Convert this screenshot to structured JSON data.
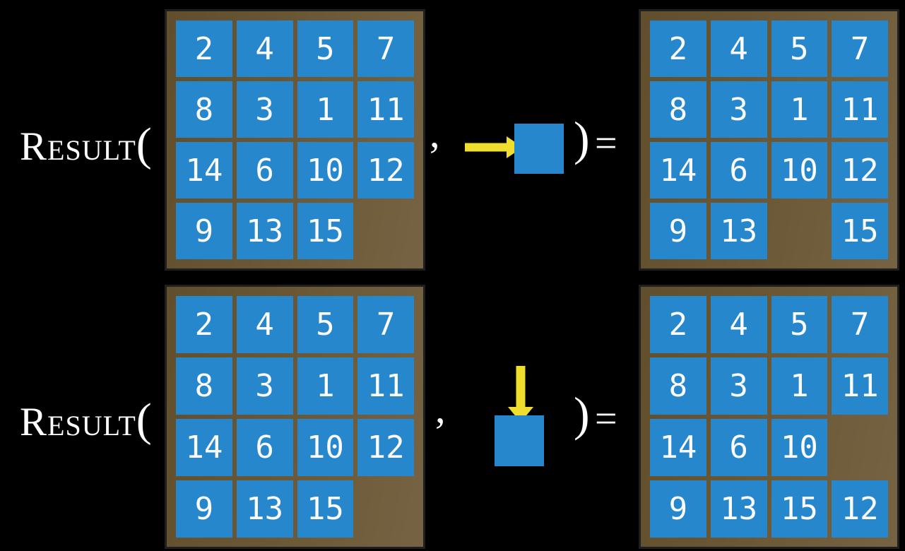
{
  "background_color": "#000000",
  "colors": {
    "tile_blue": "#2787CD",
    "frame_brown": "#6A5735",
    "frame_border": "#1F1F1F",
    "arrow_yellow": "#EFDE2D",
    "text_white": "#FFFFFF"
  },
  "function": {
    "name": "Result",
    "open_paren": "(",
    "close_paren": ")",
    "comma": ",",
    "equals_sign": "="
  },
  "rows": [
    {
      "action": "move-right",
      "input": [
        [
          2,
          4,
          5,
          7
        ],
        [
          8,
          3,
          1,
          11
        ],
        [
          14,
          6,
          10,
          12
        ],
        [
          9,
          13,
          15,
          null
        ]
      ],
      "output": [
        [
          2,
          4,
          5,
          7
        ],
        [
          8,
          3,
          1,
          11
        ],
        [
          14,
          6,
          10,
          12
        ],
        [
          9,
          13,
          null,
          15
        ]
      ]
    },
    {
      "action": "move-down",
      "input": [
        [
          2,
          4,
          5,
          7
        ],
        [
          8,
          3,
          1,
          11
        ],
        [
          14,
          6,
          10,
          12
        ],
        [
          9,
          13,
          15,
          null
        ]
      ],
      "output": [
        [
          2,
          4,
          5,
          7
        ],
        [
          8,
          3,
          1,
          11
        ],
        [
          14,
          6,
          10,
          null
        ],
        [
          9,
          13,
          15,
          12
        ]
      ]
    }
  ]
}
